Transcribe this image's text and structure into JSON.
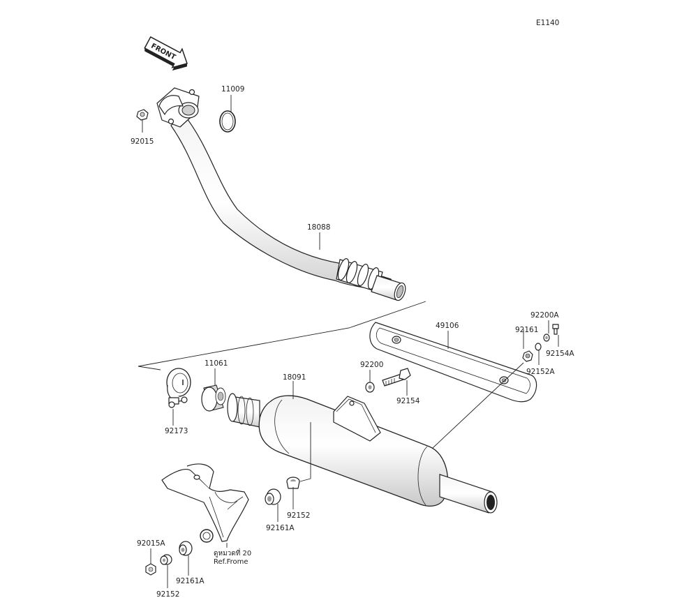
{
  "diagram": {
    "code": "E1140",
    "front_label": "FRONT",
    "ref_note": {
      "line1": "ดูหมวดที่ 20",
      "line2": "Ref.Frome"
    },
    "parts": [
      {
        "id": "11009",
        "label": "11009"
      },
      {
        "id": "92015",
        "label": "92015"
      },
      {
        "id": "18088",
        "label": "18088"
      },
      {
        "id": "49106",
        "label": "49106"
      },
      {
        "id": "92200A",
        "label": "92200A"
      },
      {
        "id": "92161",
        "label": "92161"
      },
      {
        "id": "92154A",
        "label": "92154A"
      },
      {
        "id": "92152A",
        "label": "92152A"
      },
      {
        "id": "11061",
        "label": "11061"
      },
      {
        "id": "18091",
        "label": "18091"
      },
      {
        "id": "92200",
        "label": "92200"
      },
      {
        "id": "92154",
        "label": "92154"
      },
      {
        "id": "92173",
        "label": "92173"
      },
      {
        "id": "92152_upper",
        "label": "92152"
      },
      {
        "id": "92161A_upper",
        "label": "92161A"
      },
      {
        "id": "92015A",
        "label": "92015A"
      },
      {
        "id": "92161A_lower",
        "label": "92161A"
      },
      {
        "id": "92152_lower",
        "label": "92152"
      }
    ]
  }
}
